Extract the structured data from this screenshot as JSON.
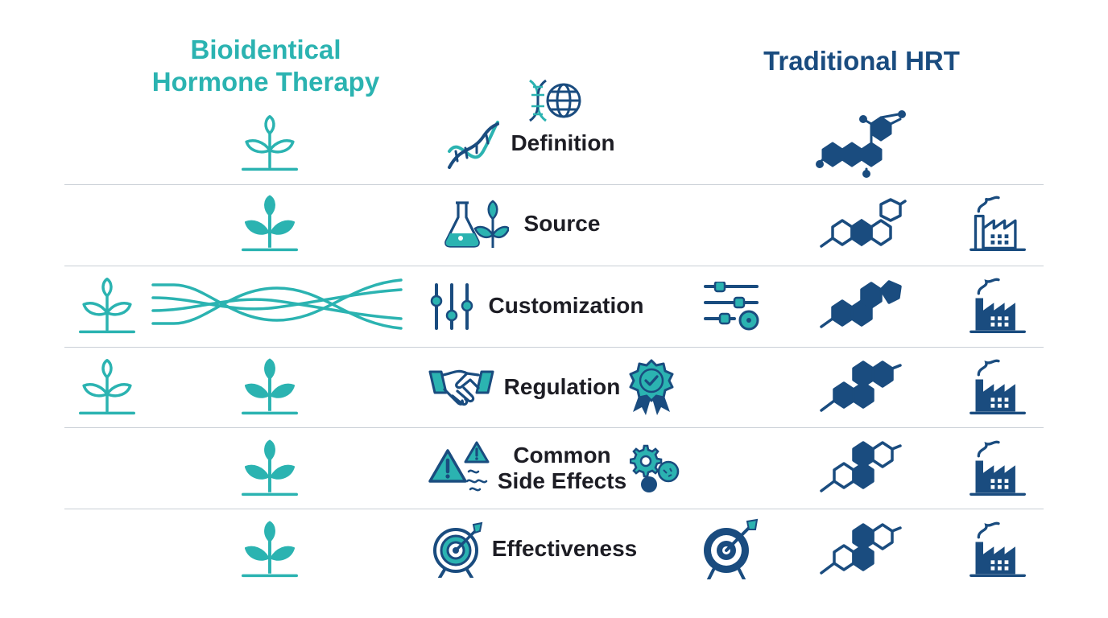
{
  "header": {
    "left_line1": "Bioidentical",
    "left_line2": "Hormone Therapy",
    "right": "Traditional HRT"
  },
  "rows": [
    {
      "label": "Definition"
    },
    {
      "label": "Source"
    },
    {
      "label": "Customization"
    },
    {
      "label": "Regulation"
    },
    {
      "label_line1": "Common",
      "label_line2": "Side Effects"
    },
    {
      "label": "Effectiveness"
    }
  ],
  "colors": {
    "teal": "#2bb3b1",
    "navy": "#1a4c7f",
    "text": "#1d1d24",
    "divider": "#c9cfd6"
  },
  "icons": {
    "left": "plant-sprout-icon",
    "right_molecule": "hormone-molecule-icon",
    "right_factory": "factory-icon"
  }
}
